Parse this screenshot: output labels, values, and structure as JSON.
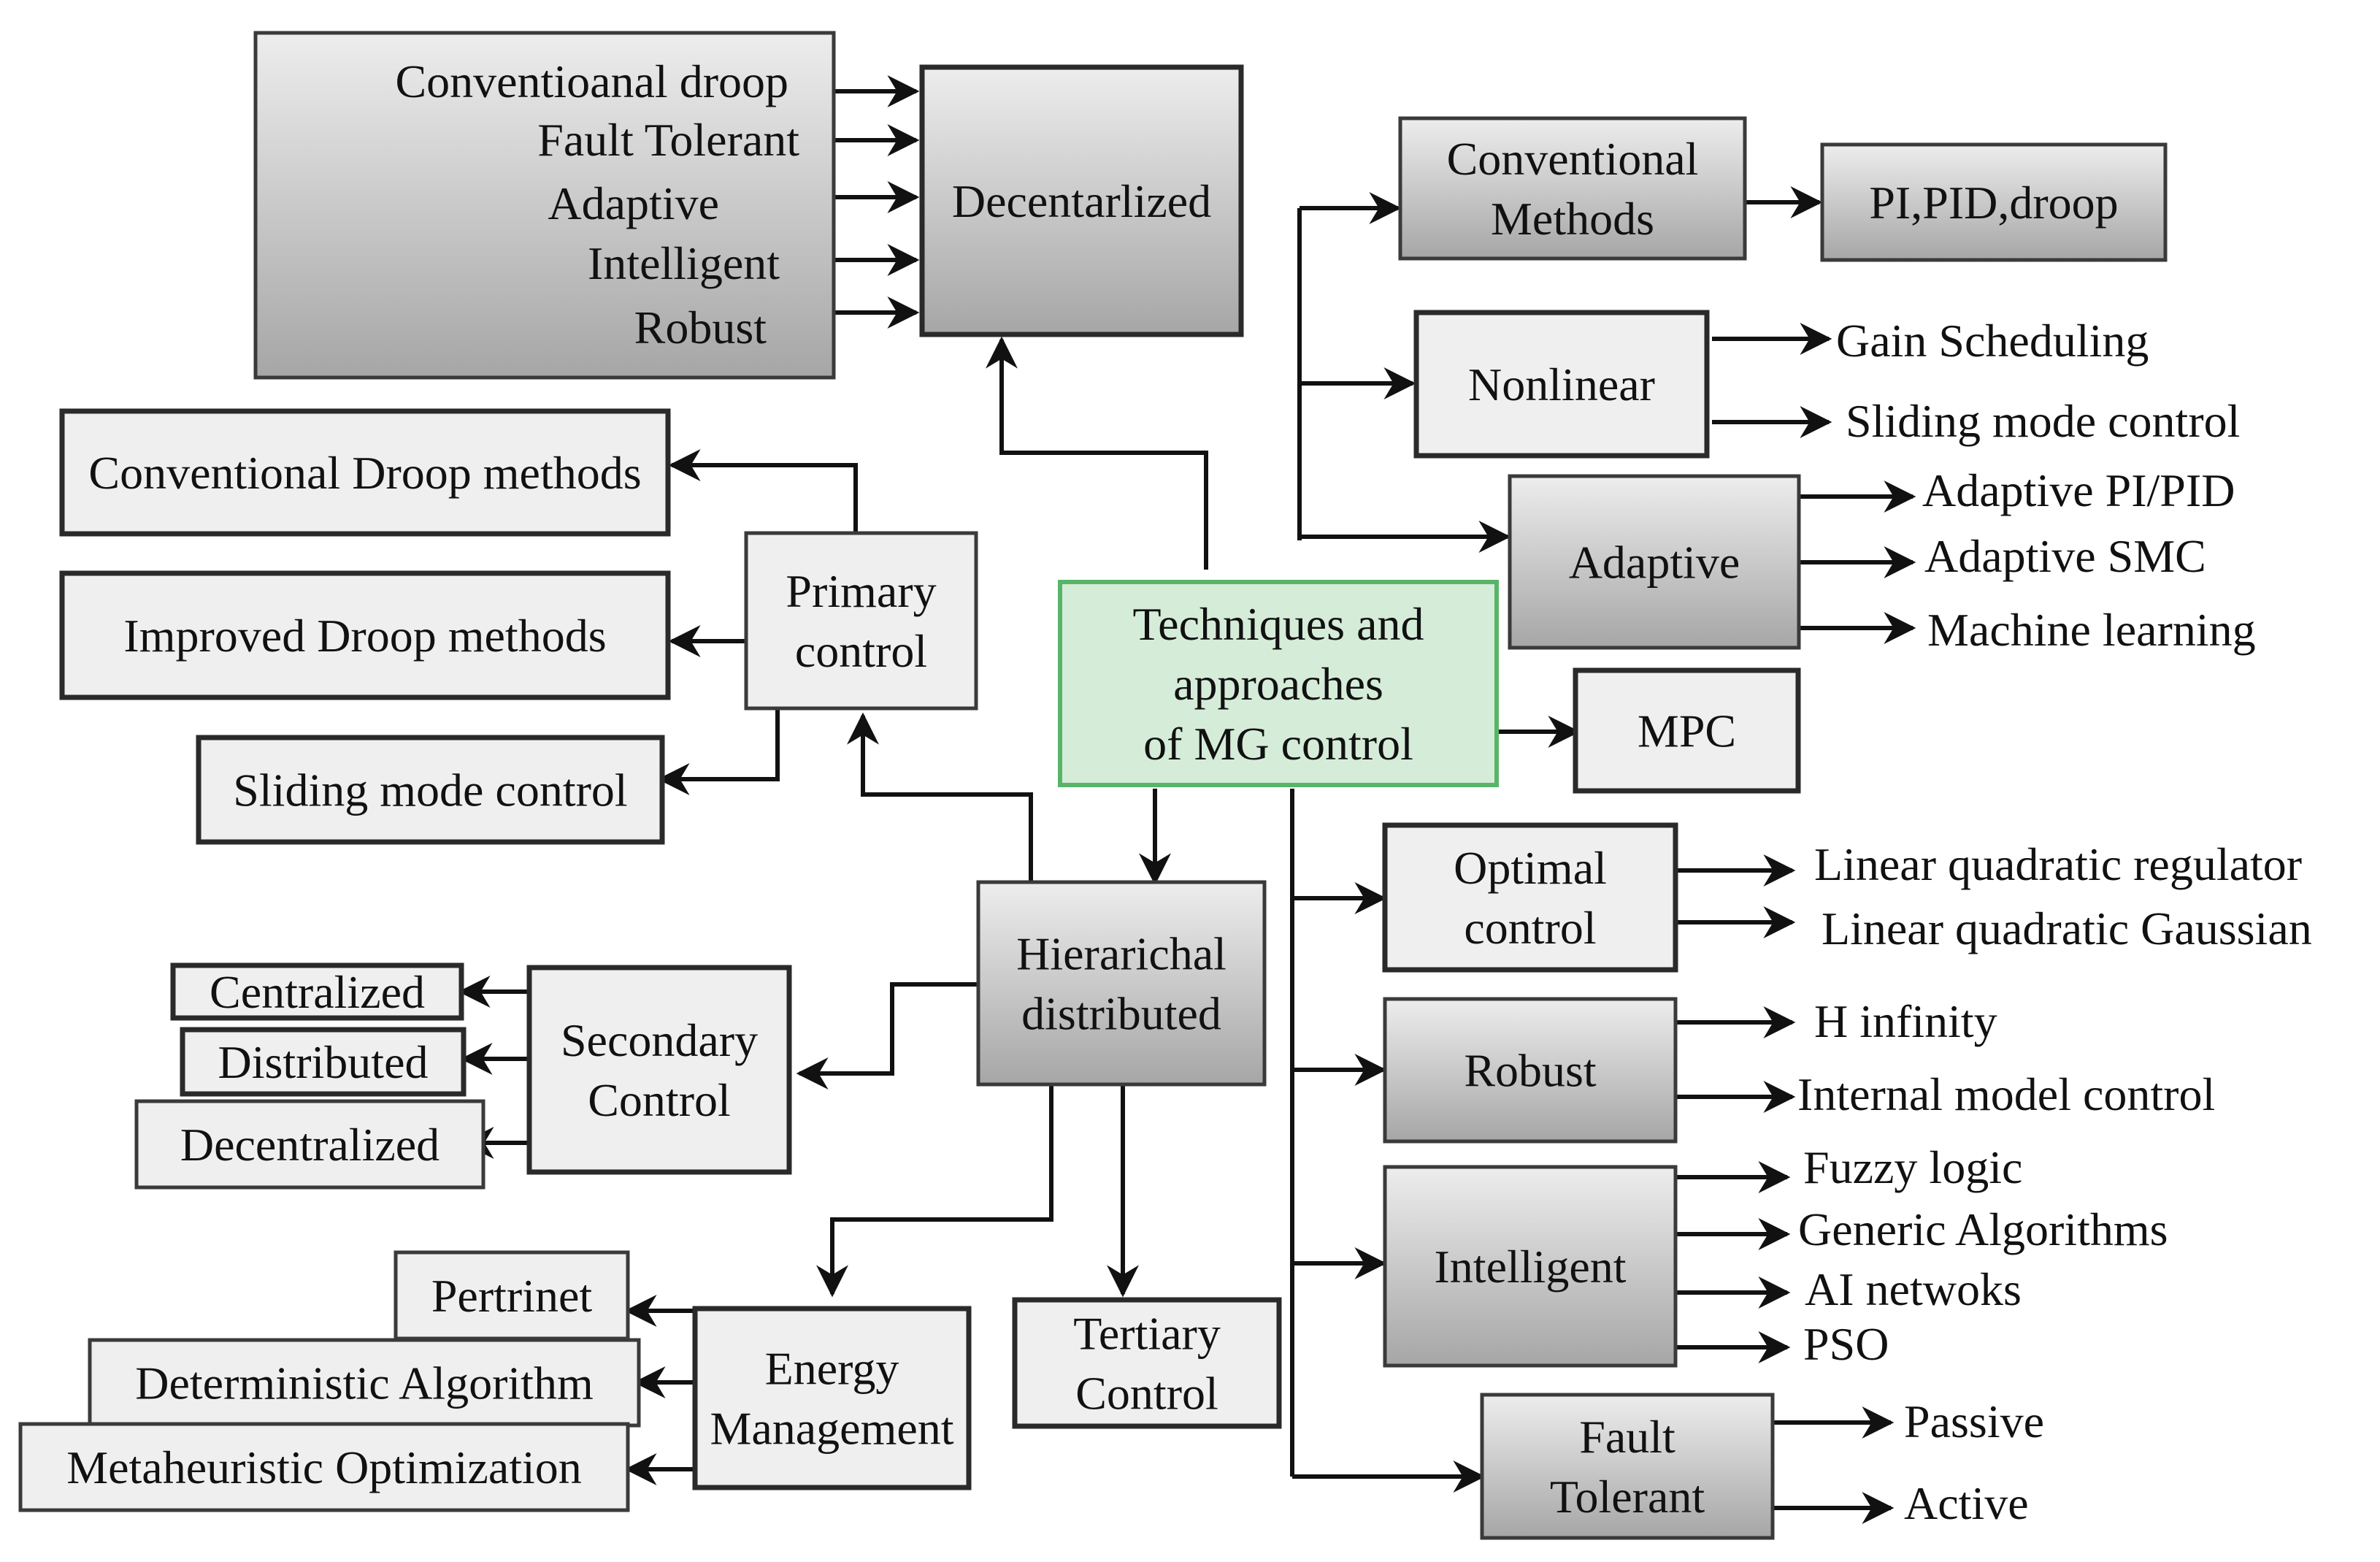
{
  "colors": {
    "box_gradient_top": "#ededed",
    "box_gradient_bottom": "#a6a6a6",
    "box_flat": "#efefef",
    "center_fill": "#d5ecd9",
    "center_stroke": "#58b568",
    "line": "#111111"
  },
  "nodes": {
    "center": [
      "Techniques and",
      "approaches",
      "of MG control"
    ],
    "decentralized_group": [
      "Conventioanal droop",
      "Fault Tolerant",
      "Adaptive",
      "Intelligent",
      "Robust"
    ],
    "decentralized": [
      "Decentarlized"
    ],
    "conventional_methods": [
      "Conventional",
      "Methods"
    ],
    "pi_pid_droop": [
      "PI,PID,droop"
    ],
    "nonlinear": [
      "Nonlinear"
    ],
    "gain_scheduling": [
      "Gain Scheduling"
    ],
    "sliding_mode_nl": [
      "Sliding mode control"
    ],
    "adaptive": [
      "Adaptive"
    ],
    "adaptive_pi_pid": [
      "Adaptive PI/PID"
    ],
    "adaptive_smc": [
      "Adaptive SMC"
    ],
    "machine_learning": [
      "Machine learning"
    ],
    "mpc": [
      "MPC"
    ],
    "optimal": [
      "Optimal",
      "control"
    ],
    "lqr": [
      "Linear quadratic regulator"
    ],
    "lqg": [
      "Linear quadratic Gaussian"
    ],
    "robust": [
      "Robust"
    ],
    "h_infinity": [
      "H infinity"
    ],
    "internal_model": [
      "Internal model control"
    ],
    "intelligent": [
      "Intelligent"
    ],
    "fuzzy": [
      "Fuzzy logic"
    ],
    "generic_alg": [
      "Generic Algorithms"
    ],
    "ai_networks": [
      "AI netwoks"
    ],
    "pso": [
      "PSO"
    ],
    "fault_tolerant": [
      "Fault",
      "Tolerant"
    ],
    "passive": [
      "Passive"
    ],
    "active": [
      "Active"
    ],
    "primary": [
      "Primary",
      "control"
    ],
    "conv_droop": [
      "Conventional Droop methods"
    ],
    "improved_droop": [
      "Improved Droop methods"
    ],
    "sliding_mode_pc": [
      "Sliding mode control"
    ],
    "hierarchical": [
      "Hierarichal",
      "distributed"
    ],
    "secondary": [
      "Secondary",
      "Control"
    ],
    "centralized": [
      "Centralized"
    ],
    "distributed": [
      "Distributed"
    ],
    "decentralized_sc": [
      "Decentralized"
    ],
    "energy": [
      "Energy",
      "Management"
    ],
    "pertrinet": [
      "Pertrinet"
    ],
    "deterministic": [
      "Deterministic Algorithm"
    ],
    "metaheuristic": [
      "Metaheuristic Optimization"
    ],
    "tertiary": [
      "Tertiary",
      "Control"
    ]
  }
}
